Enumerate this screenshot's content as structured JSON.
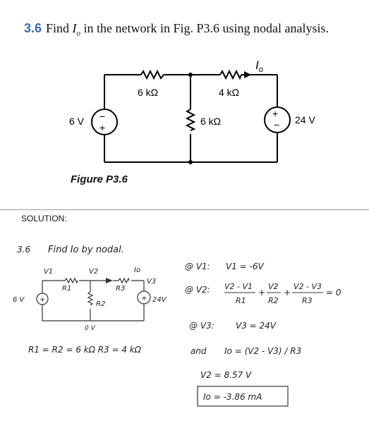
{
  "problem": {
    "number": "3.6",
    "text_before": "Find ",
    "var": "I",
    "var_sub": "o",
    "text_after": " in the network in Fig. P3.6 using nodal analysis."
  },
  "figure": {
    "caption": "Figure P3.6",
    "r1_label": "6 kΩ",
    "r2_label": "4 kΩ",
    "r3_label": "6 kΩ",
    "src_left_label": "6 V",
    "src_right_label": "24 V",
    "current_label": "I",
    "current_sub": "o"
  },
  "solution_label": "SOLUTION:",
  "handwritten": {
    "problem_num": "3.6",
    "heading": "Find Io by nodal.",
    "v1": "V1",
    "v2": "V2",
    "v3": "V3",
    "io": "Io",
    "r1": "R1",
    "r2": "R2",
    "r3": "R3",
    "src_left": "6 V",
    "src_right": "24V",
    "ground": "0 V",
    "resistor_values": "R1 = R2 = 6 kΩ   R3 = 4 kΩ",
    "eq1_at": "@ V1:",
    "eq1": "V1 = -6V",
    "eq2_at": "@ V2:",
    "eq2_t1_num": "V2 - V1",
    "eq2_t1_den": "R1",
    "eq2_t2_num": "V2",
    "eq2_t2_den": "R2",
    "eq2_t3_num": "V2 - V3",
    "eq2_t3_den": "R3",
    "eq2_plus": "+",
    "eq2_zero": "= 0",
    "eq3_at": "@ V3:",
    "eq3": "V3 = 24V",
    "and": "and",
    "eq4": "Io = (V2 - V3) / R3",
    "eq5": "V2 = 8.57 V",
    "answer": "Io = -3.86 mA"
  }
}
